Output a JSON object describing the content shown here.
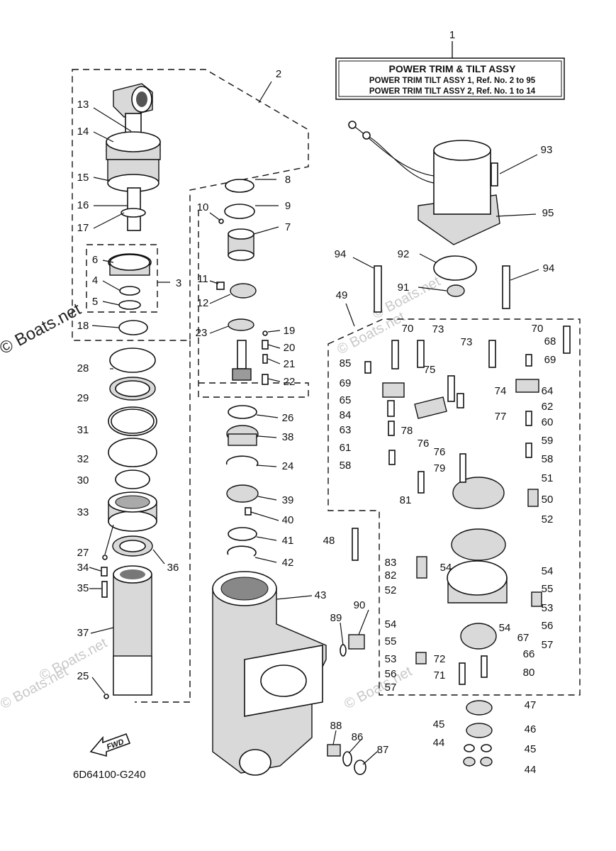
{
  "title_box": {
    "callout": "1",
    "title": "POWER TRIM & TILT ASSY",
    "line1": "POWER TRIM TILT ASSY 1,  Ref. No. 2 to 95",
    "line2": "POWER TRIM TILT ASSY 2,  Ref. No. 1 to 14"
  },
  "diagram_code": "6D64100-G240",
  "fwd_label": "FWD",
  "watermark": "© Boats.net",
  "callouts": [
    "2",
    "3",
    "4",
    "5",
    "6",
    "7",
    "8",
    "9",
    "10",
    "11",
    "12",
    "13",
    "14",
    "15",
    "16",
    "17",
    "18",
    "19",
    "20",
    "21",
    "22",
    "23",
    "24",
    "25",
    "26",
    "27",
    "28",
    "29",
    "30",
    "31",
    "32",
    "33",
    "34",
    "35",
    "36",
    "37",
    "38",
    "39",
    "40",
    "41",
    "42",
    "43",
    "44",
    "45",
    "46",
    "47",
    "48",
    "49",
    "50",
    "51",
    "52",
    "53",
    "54",
    "55",
    "56",
    "57",
    "58",
    "59",
    "60",
    "61",
    "62",
    "63",
    "64",
    "65",
    "66",
    "67",
    "68",
    "69",
    "70",
    "71",
    "72",
    "73",
    "74",
    "75",
    "76",
    "77",
    "78",
    "79",
    "80",
    "81",
    "82",
    "83",
    "84",
    "85",
    "86",
    "87",
    "88",
    "89",
    "90",
    "91",
    "92",
    "93",
    "94",
    "95"
  ]
}
